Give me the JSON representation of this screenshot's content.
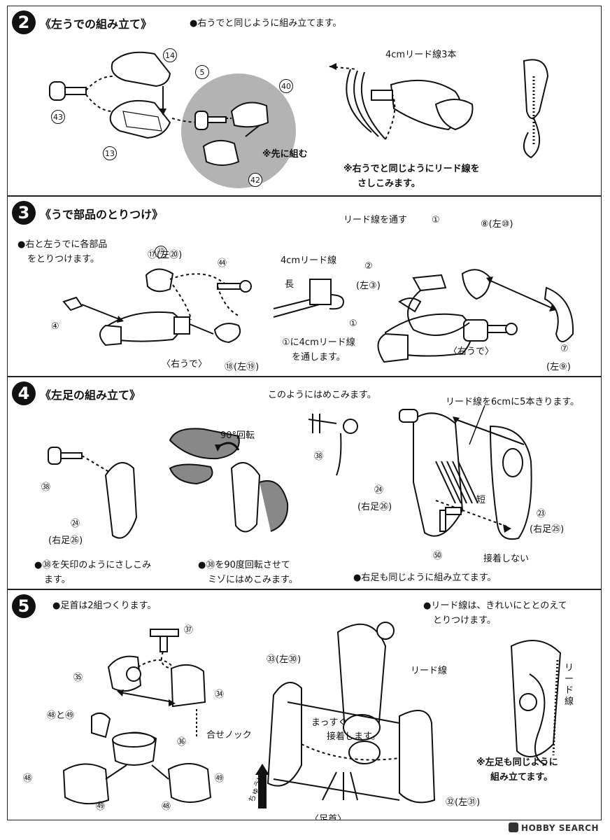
{
  "step2": {
    "number": "2",
    "title": "《左うでの組み立て》",
    "note": "●右うでと同じように組み立てます。",
    "lead_label": "4cmリード線3本",
    "first_label": "※先に組む",
    "footer": [
      "※右うでと同じようにリード線を",
      "さしこみます。"
    ],
    "parts": [
      "14",
      "5",
      "40",
      "43",
      "13",
      "42"
    ]
  },
  "step3": {
    "number": "3",
    "title": "《うで部品のとりつけ》",
    "note": [
      "●右と左うでに各部品",
      "をとりつけます。"
    ],
    "lead_pass": "リード線を通す",
    "lead_4cm": "4cmリード線",
    "long_label": "長",
    "pass_note": [
      "①に4cmリード線",
      "を通します。"
    ],
    "right_arm": "〈右うで〉",
    "right_arm2": "〈右うで〉",
    "p17": "⑰(左⑳)",
    "p44": "㊹",
    "p4": "④",
    "p18": "⑱(左⑲)",
    "p1": "①",
    "p8": "⑧(左⑩)",
    "p2": "②",
    "p2b": "(左③)",
    "p1b": "①",
    "p7": "⑦",
    "p7b": "(左⑨)"
  },
  "step4": {
    "number": "4",
    "title": "《左足の組み立て》",
    "fit_note": "このようにはめこみます。",
    "cut_note": "リード線を6cmに5本きります。",
    "rotate": "90°回転",
    "p38a": "㊳",
    "p38b": "㊳",
    "p24": "㉔",
    "p24b": "(右足㉖)",
    "p24c": "㉔",
    "p24d": "(右足㉖)",
    "p23": "㉓",
    "p23b": "(右足㉕)",
    "p60": "㊿",
    "short_label": "短",
    "no_glue": "接着しない",
    "note1": [
      "●㊳を矢印のようにさしこみ",
      "ます。"
    ],
    "note2": [
      "●㊳を90度回転させて",
      "ミゾにはめこみます。"
    ],
    "note3": "●右足も同じように組み立てます。"
  },
  "step5": {
    "number": "5",
    "note": "●足首は2組つくります。",
    "lead_note": [
      "●リード線は、きれいにととのえて",
      "とりつけます。"
    ],
    "p37": "㊲",
    "p35": "㉟",
    "p34": "㉞",
    "p36": "㊱",
    "p58and59": "㊽と㊾",
    "fit_nock": "合せノック",
    "p58a": "㊽",
    "p59a": "㊾",
    "p59b": "㊾",
    "p58b": "㊽",
    "p33": "㉝(左㉚)",
    "lead_label": "リード線",
    "straight": "まっすぐ",
    "glue": "接着します。",
    "p32": "㉜(左㉛)",
    "ankle": "〈足首〉",
    "caution": "ちゅうい",
    "vertical_lead": "リード線",
    "left_same": [
      "※左足も同じように",
      "組み立てます。"
    ]
  },
  "watermark": "HOBBY SEARCH"
}
